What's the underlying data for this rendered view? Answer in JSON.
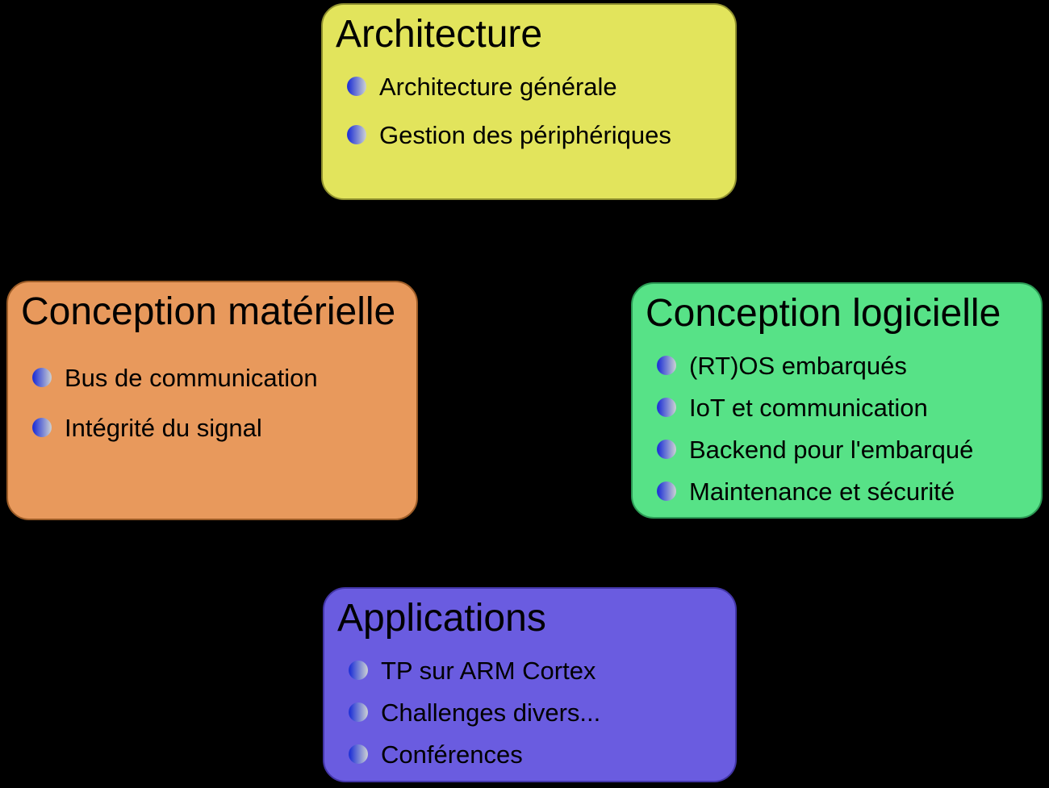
{
  "canvas": {
    "background_color": "#000000"
  },
  "bullet": {
    "icon": "sphere-bullet-icon",
    "gradient_start": "#2335d6",
    "gradient_end": "#c6cbd4"
  },
  "nodes": [
    {
      "id": "architecture",
      "title": "Architecture",
      "fill_color": "#e2e45c",
      "border_color": "#8f902f",
      "items": [
        "Architecture générale",
        "Gestion des périphériques"
      ]
    },
    {
      "id": "conception-materielle",
      "title": "Conception matérielle",
      "fill_color": "#e8995c",
      "border_color": "#9c5c27",
      "items": [
        "Bus de communication",
        "Intégrité du signal"
      ]
    },
    {
      "id": "conception-logicielle",
      "title": "Conception logicielle",
      "fill_color": "#57e287",
      "border_color": "#2c9a55",
      "items": [
        "(RT)OS embarqués",
        "IoT et communication",
        "Backend pour l'embarqué",
        "Maintenance et sécurité"
      ]
    },
    {
      "id": "applications",
      "title": "Applications",
      "fill_color": "#6a5ce0",
      "border_color": "#4336a8",
      "items": [
        "TP sur ARM Cortex",
        "Challenges divers...",
        "Conférences"
      ]
    }
  ]
}
